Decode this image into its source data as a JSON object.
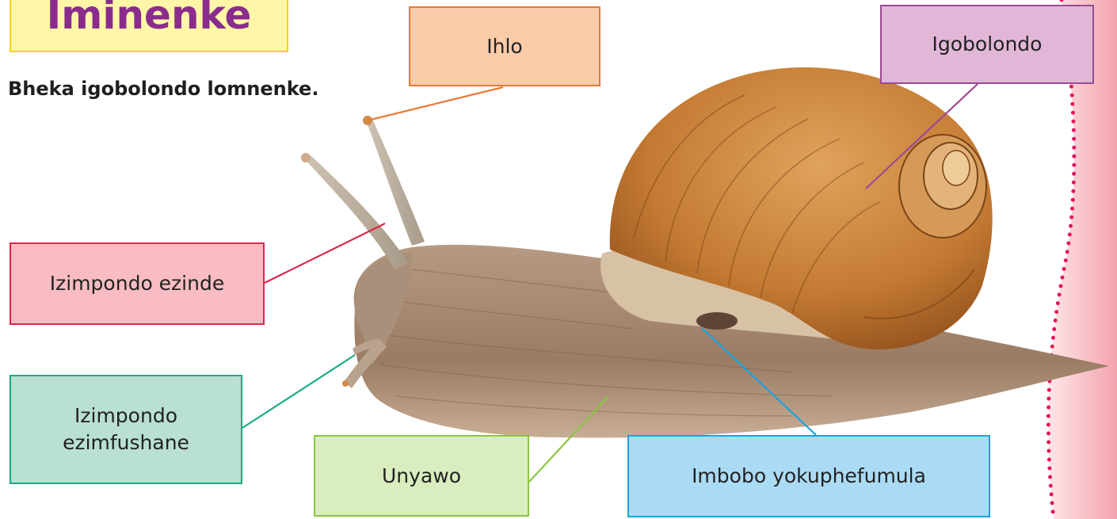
{
  "title": "Iminenke",
  "instruction": "Bheka igobolondo lomnenke.",
  "labels": {
    "ihlo": "Ihlo",
    "igobolondo": "Igobolondo",
    "izimpondo_ezinde": "Izimpondo ezinde",
    "izimpondo_ezimfushane_line1": "Izimpondo",
    "izimpondo_ezimfushane_line2": "ezimfushane",
    "unyawo": "Unyawo",
    "imbobo": "Imbobo yokuphefumula"
  },
  "colors": {
    "title": "#8a2c8e",
    "title_bg": "#fff6a8",
    "ihlo": "#ea7a32",
    "igobolondo": "#9a4a93",
    "izimpondo_ezinde": "#e0254b",
    "izimpondo_ezimfushane": "#19aa86",
    "unyawo": "#8cc543",
    "imbobo": "#1ca2de",
    "side_panel": "#f7b5bc",
    "dots": "#e3145a"
  }
}
